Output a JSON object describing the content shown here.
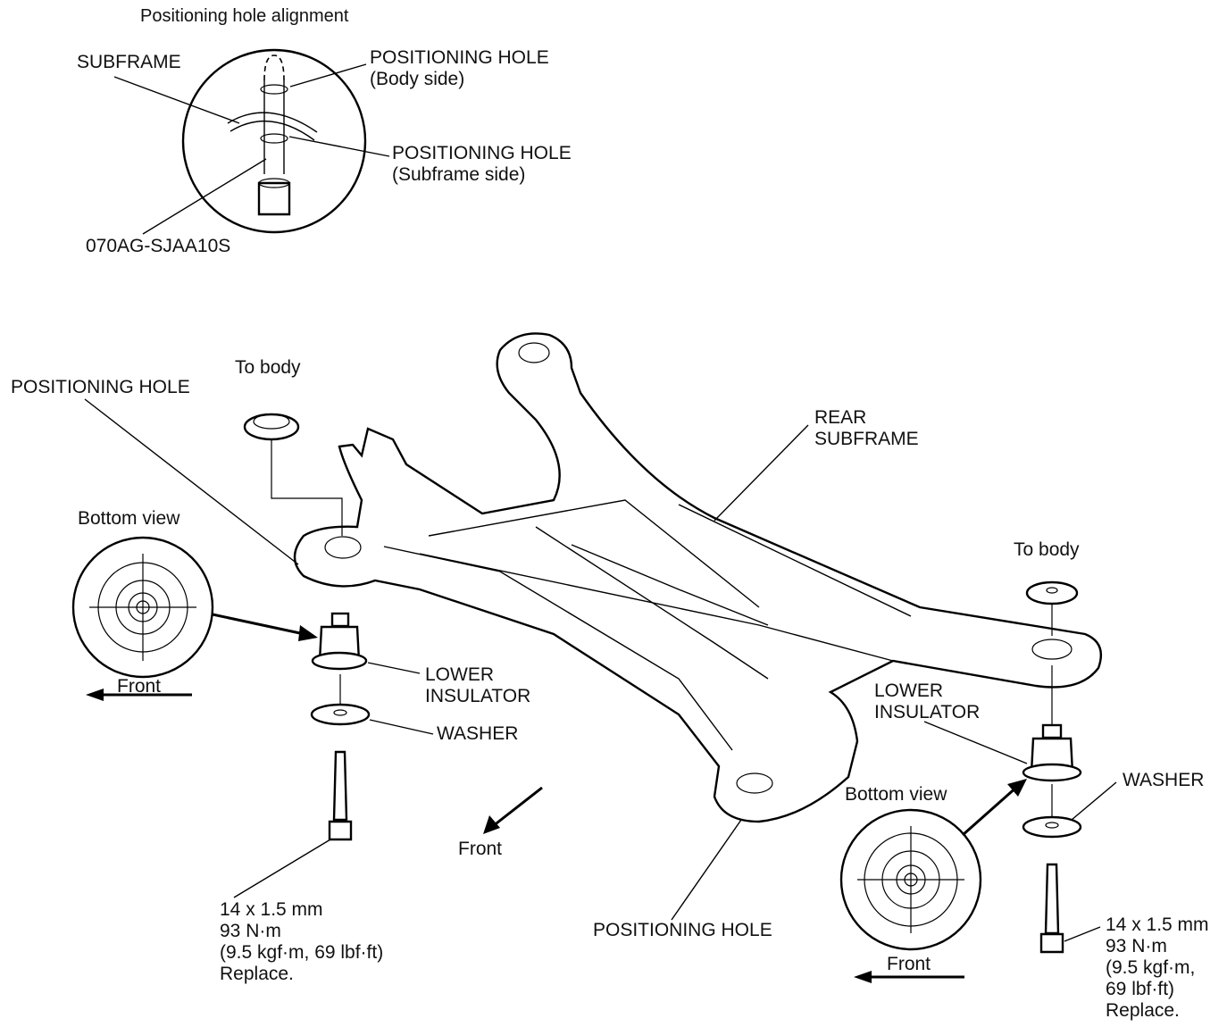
{
  "callout": {
    "title": "Positioning hole alignment",
    "subframe": "SUBFRAME",
    "hole_body_line1": "POSITIONING HOLE",
    "hole_body_line2": "(Body side)",
    "hole_sub_line1": "POSITIONING HOLE",
    "hole_sub_line2": "(Subframe side)",
    "tool": "070AG-SJAA10S"
  },
  "left": {
    "positioning_hole": "POSITIONING HOLE",
    "to_body": "To body",
    "bottom_view": "Bottom view",
    "front": "Front",
    "lower_insulator_1": "LOWER",
    "lower_insulator_2": "INSULATOR",
    "washer": "WASHER",
    "bolt_size": "14 x 1.5 mm",
    "torque_nm": "93 N·m",
    "torque_alt": "(9.5 kgf·m, 69 lbf·ft)",
    "note": "Replace."
  },
  "center": {
    "rear_subframe_1": "REAR",
    "rear_subframe_2": "SUBFRAME",
    "front": "Front",
    "positioning_hole": "POSITIONING HOLE"
  },
  "right": {
    "to_body": "To body",
    "lower_insulator_1": "LOWER",
    "lower_insulator_2": "INSULATOR",
    "washer": "WASHER",
    "bottom_view": "Bottom view",
    "front": "Front",
    "bolt_size": "14 x 1.5 mm",
    "torque_nm": "93 N·m",
    "torque_alt_1": "(9.5 kgf·m,",
    "torque_alt_2": "69 lbf·ft)",
    "note": "Replace."
  }
}
